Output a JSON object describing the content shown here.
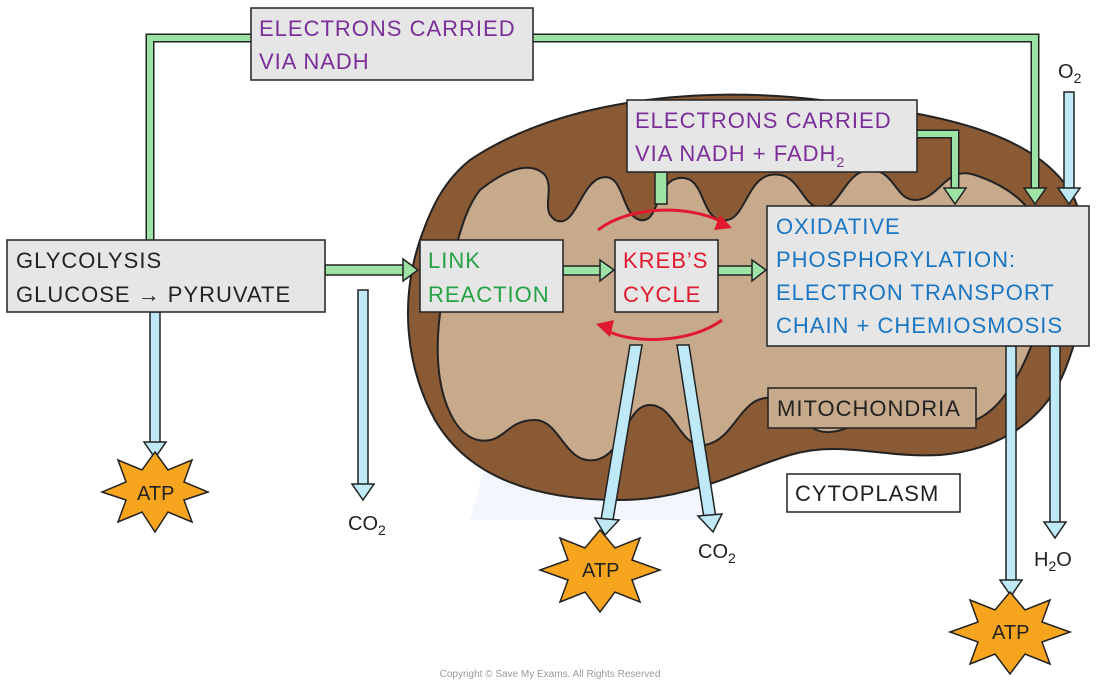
{
  "colors": {
    "mito_outer": "#8a5a35",
    "mito_inner": "#c7a98c",
    "box_grey": "#e6e6e6",
    "green_arrow": "#9de3a6",
    "blue_arrow": "#bfe9f7",
    "atp_fill": "#f7a51e",
    "red_cycle": "#e0192e",
    "purple_text": "#7b2d9a",
    "green_text": "#25a244",
    "blue_text": "#1a76c2",
    "red_text": "#e0192e"
  },
  "nadh_box": {
    "line1": "ELECTRONS CARRIED",
    "line2": "VIA NADH"
  },
  "fadh_box": {
    "line1": "ELECTRONS CARRIED",
    "line2": "VIA NADH + FADH",
    "sub": "2"
  },
  "glycolysis_box": {
    "line1": "GLYCOLYSIS",
    "line2": "GLUCOSE → PYRUVATE"
  },
  "link_box": {
    "line1": "LINK",
    "line2": "REACTION"
  },
  "krebs_box": {
    "line1": "KREB’S",
    "line2": "CYCLE"
  },
  "oxphos_box": {
    "line1": "OXIDATIVE",
    "line2": "PHOSPHORYLATION:",
    "line3": "ELECTRON TRANSPORT",
    "line4": "CHAIN + CHEMIOSMOSIS"
  },
  "mitochondria_label": "MITOCHONDRIA",
  "cytoplasm_label": "CYTOPLASM",
  "products": {
    "o2": {
      "main": "O",
      "sub": "2"
    },
    "co2_link": {
      "main": "CO",
      "sub": "2"
    },
    "co2_krebs": {
      "main": "CO",
      "sub": "2"
    },
    "h2o": {
      "pre": "H",
      "sub": "2",
      "post": "O"
    },
    "atp_glycolysis": "ATP",
    "atp_krebs": "ATP",
    "atp_oxphos": "ATP"
  },
  "copyright": "Copyright © Save My Exams. All Rights Reserved"
}
